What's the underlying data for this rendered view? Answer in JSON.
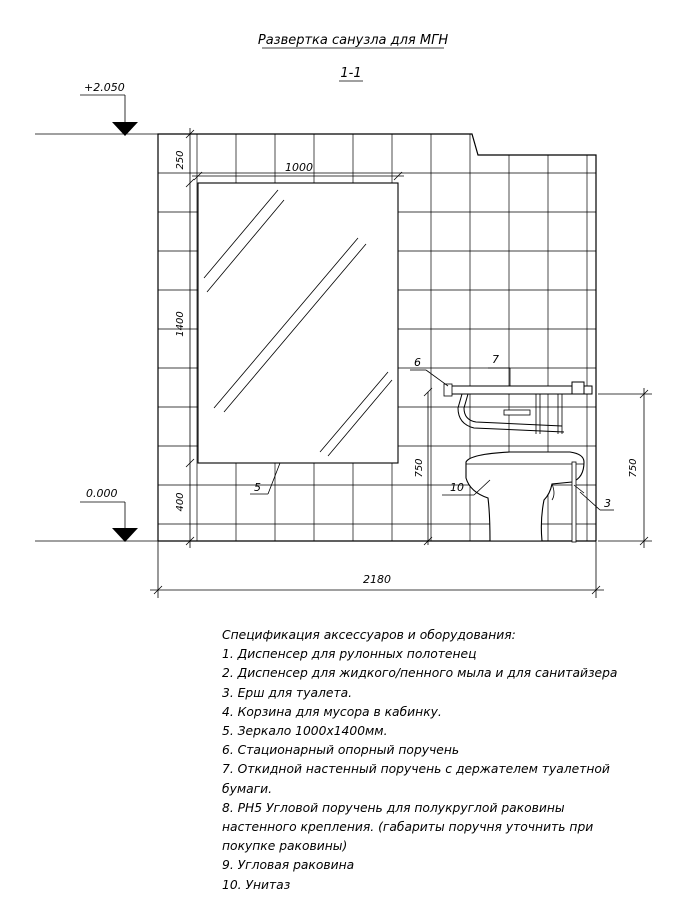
{
  "header": {
    "title": "Развертка санузла для МГН",
    "section": "1-1"
  },
  "levels": {
    "top": "+2.050",
    "bottom": "0.000"
  },
  "dimensions": {
    "mirror_width": "1000",
    "top_band": "250",
    "mirror_height": "1400",
    "bottom_band": "400",
    "left_sink_height": "750",
    "right_height": "750",
    "total_width": "2180"
  },
  "callouts": {
    "c3": "3",
    "c5": "5",
    "c6": "6",
    "c7": "7",
    "c10": "10"
  },
  "spec": {
    "heading": "Спецификация аксессуаров и оборудования:",
    "lines": [
      "1. Диспенсер для рулонных полотенец",
      "2. Диспенсер для жидкого/пенного мыла и для санитайзера",
      "3. Ерш для туалета.",
      "4. Корзина для мусора в кабинку.",
      "5. Зеркало 1000х1400мм.",
      "6. Стационарный опорный поручень",
      "7. Откидной настенный поручень с держателем туалетной",
      "бумаги.",
      "8. PH5 Угловой поручень для полукруглой раковины",
      "настенного крепления. (габариты поручня уточнить при",
      "покупке раковины)",
      "9.  Угловая раковина",
      "10. Унитаз"
    ]
  }
}
